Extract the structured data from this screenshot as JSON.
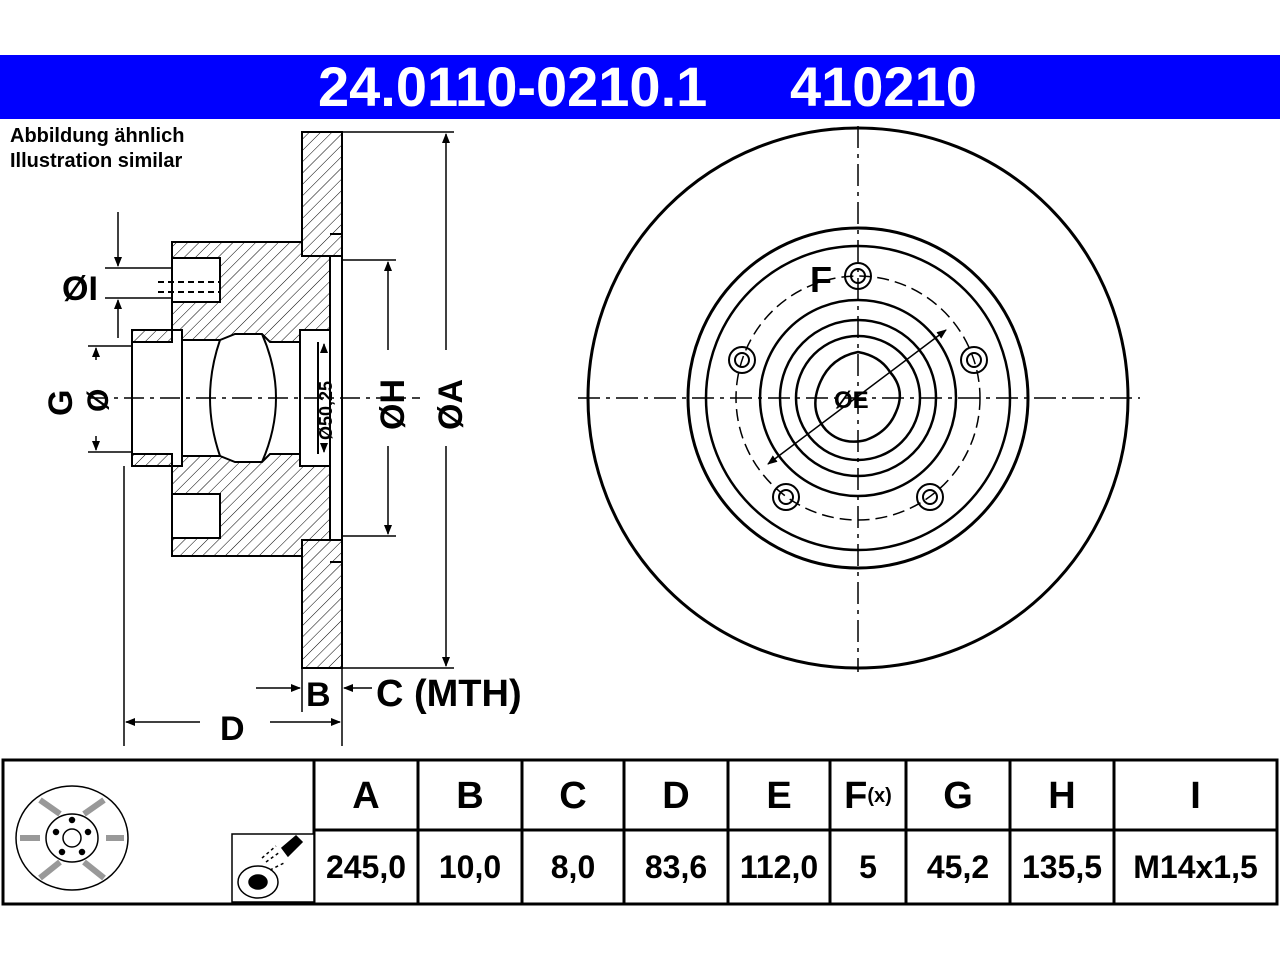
{
  "header": {
    "part_number": "24.0110-0210.1",
    "ref_number": "410210",
    "background_color": "#0000ff"
  },
  "note": {
    "line1": "Abbildung ähnlich",
    "line2": "Illustration similar"
  },
  "drawing_labels": {
    "dia_i": "ØI",
    "dia_g_letter": "G",
    "dia_g_symbol": "Ø",
    "dia_inner": "Ø50,25",
    "dia_h": "ØH",
    "dia_a": "ØA",
    "b": "B",
    "c": "C (MTH)",
    "d": "D",
    "f": "F",
    "e": "ØE"
  },
  "table": {
    "headers": [
      "A",
      "B",
      "C",
      "D",
      "E",
      "F",
      "G",
      "H",
      "I"
    ],
    "f_suffix": "(x)",
    "values": [
      "245,0",
      "10,0",
      "8,0",
      "83,6",
      "112,0",
      "5",
      "45,2",
      "135,5",
      "M14x1,5"
    ]
  }
}
